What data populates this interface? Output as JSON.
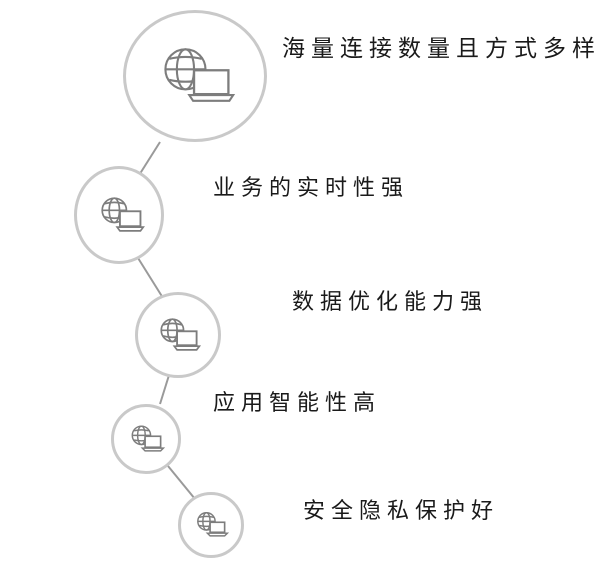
{
  "steps": [
    {
      "label": "海量连接数量且方式多样化",
      "icon": "globe-laptop-icon"
    },
    {
      "label": "业务的实时性强",
      "icon": "globe-laptop-icon"
    },
    {
      "label": "数据优化能力强",
      "icon": "globe-laptop-icon"
    },
    {
      "label": "应用智能性高",
      "icon": "globe-laptop-icon"
    },
    {
      "label": "安全隐私保护好",
      "icon": "globe-laptop-icon"
    }
  ],
  "colors": {
    "ring": "#c9c9c9",
    "connector": "#9a9a9a",
    "icon": "#7d7d7d",
    "text": "#1a1a1a"
  }
}
